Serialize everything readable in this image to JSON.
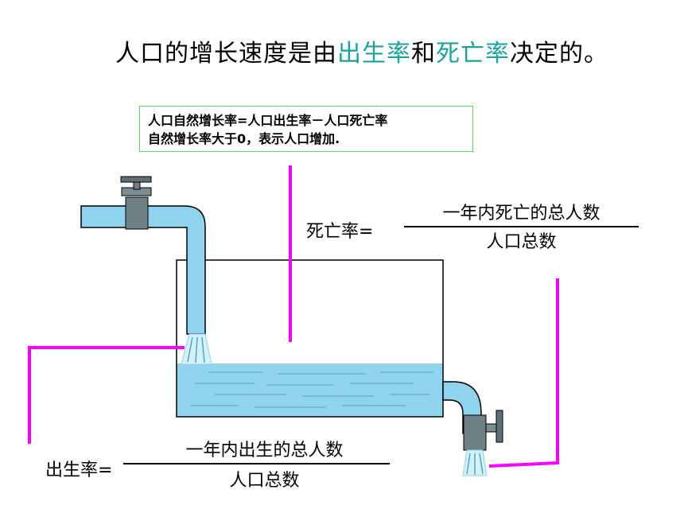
{
  "headline": {
    "part1": "人口的增长速度是由",
    "birth": "出生率",
    "and": "和",
    "death": "死亡率",
    "part2": "决定的。"
  },
  "natural_growth": {
    "line1": "人口自然增长率=人口出生率－人口死亡率",
    "line2": "自然增长率大于0，表示人口增加."
  },
  "death_rate": {
    "label": "死亡率=",
    "numerator": "一年内死亡的总人数",
    "denominator": "人口总数"
  },
  "birth_rate": {
    "label": "出生率=",
    "numerator": "一年内出生的总人数",
    "denominator": "人口总数"
  },
  "colors": {
    "highlight": "#1aa39a",
    "water": "#8fd3ee",
    "pointer": "#ff00ff",
    "box_border": "#5fd06b"
  }
}
